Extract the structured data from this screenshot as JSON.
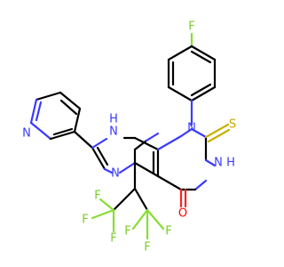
{
  "molecule": {
    "atom_labels": {
      "f_para": "F",
      "n_pyridine": "N",
      "nh_8": "N",
      "nh_8_h": "H",
      "n_1": "N",
      "s_thione": "S",
      "n_5": "N",
      "nh_3": "N",
      "nh_3_h": "H",
      "o_carbonyl": "O",
      "cf3_a_f_top": "F",
      "cf3_a_f_left": "F",
      "cf3_a_f_bottom": "F",
      "cf3_b_f_left": "F",
      "cf3_b_f_right": "F",
      "cf3_b_f_bottom": "F"
    },
    "colors": {
      "carbon": "#000000",
      "nitrogen": "#3a3aff",
      "oxygen": "#ff0000",
      "sulfur": "#c8a800",
      "fluorine": "#7acb2a"
    }
  }
}
